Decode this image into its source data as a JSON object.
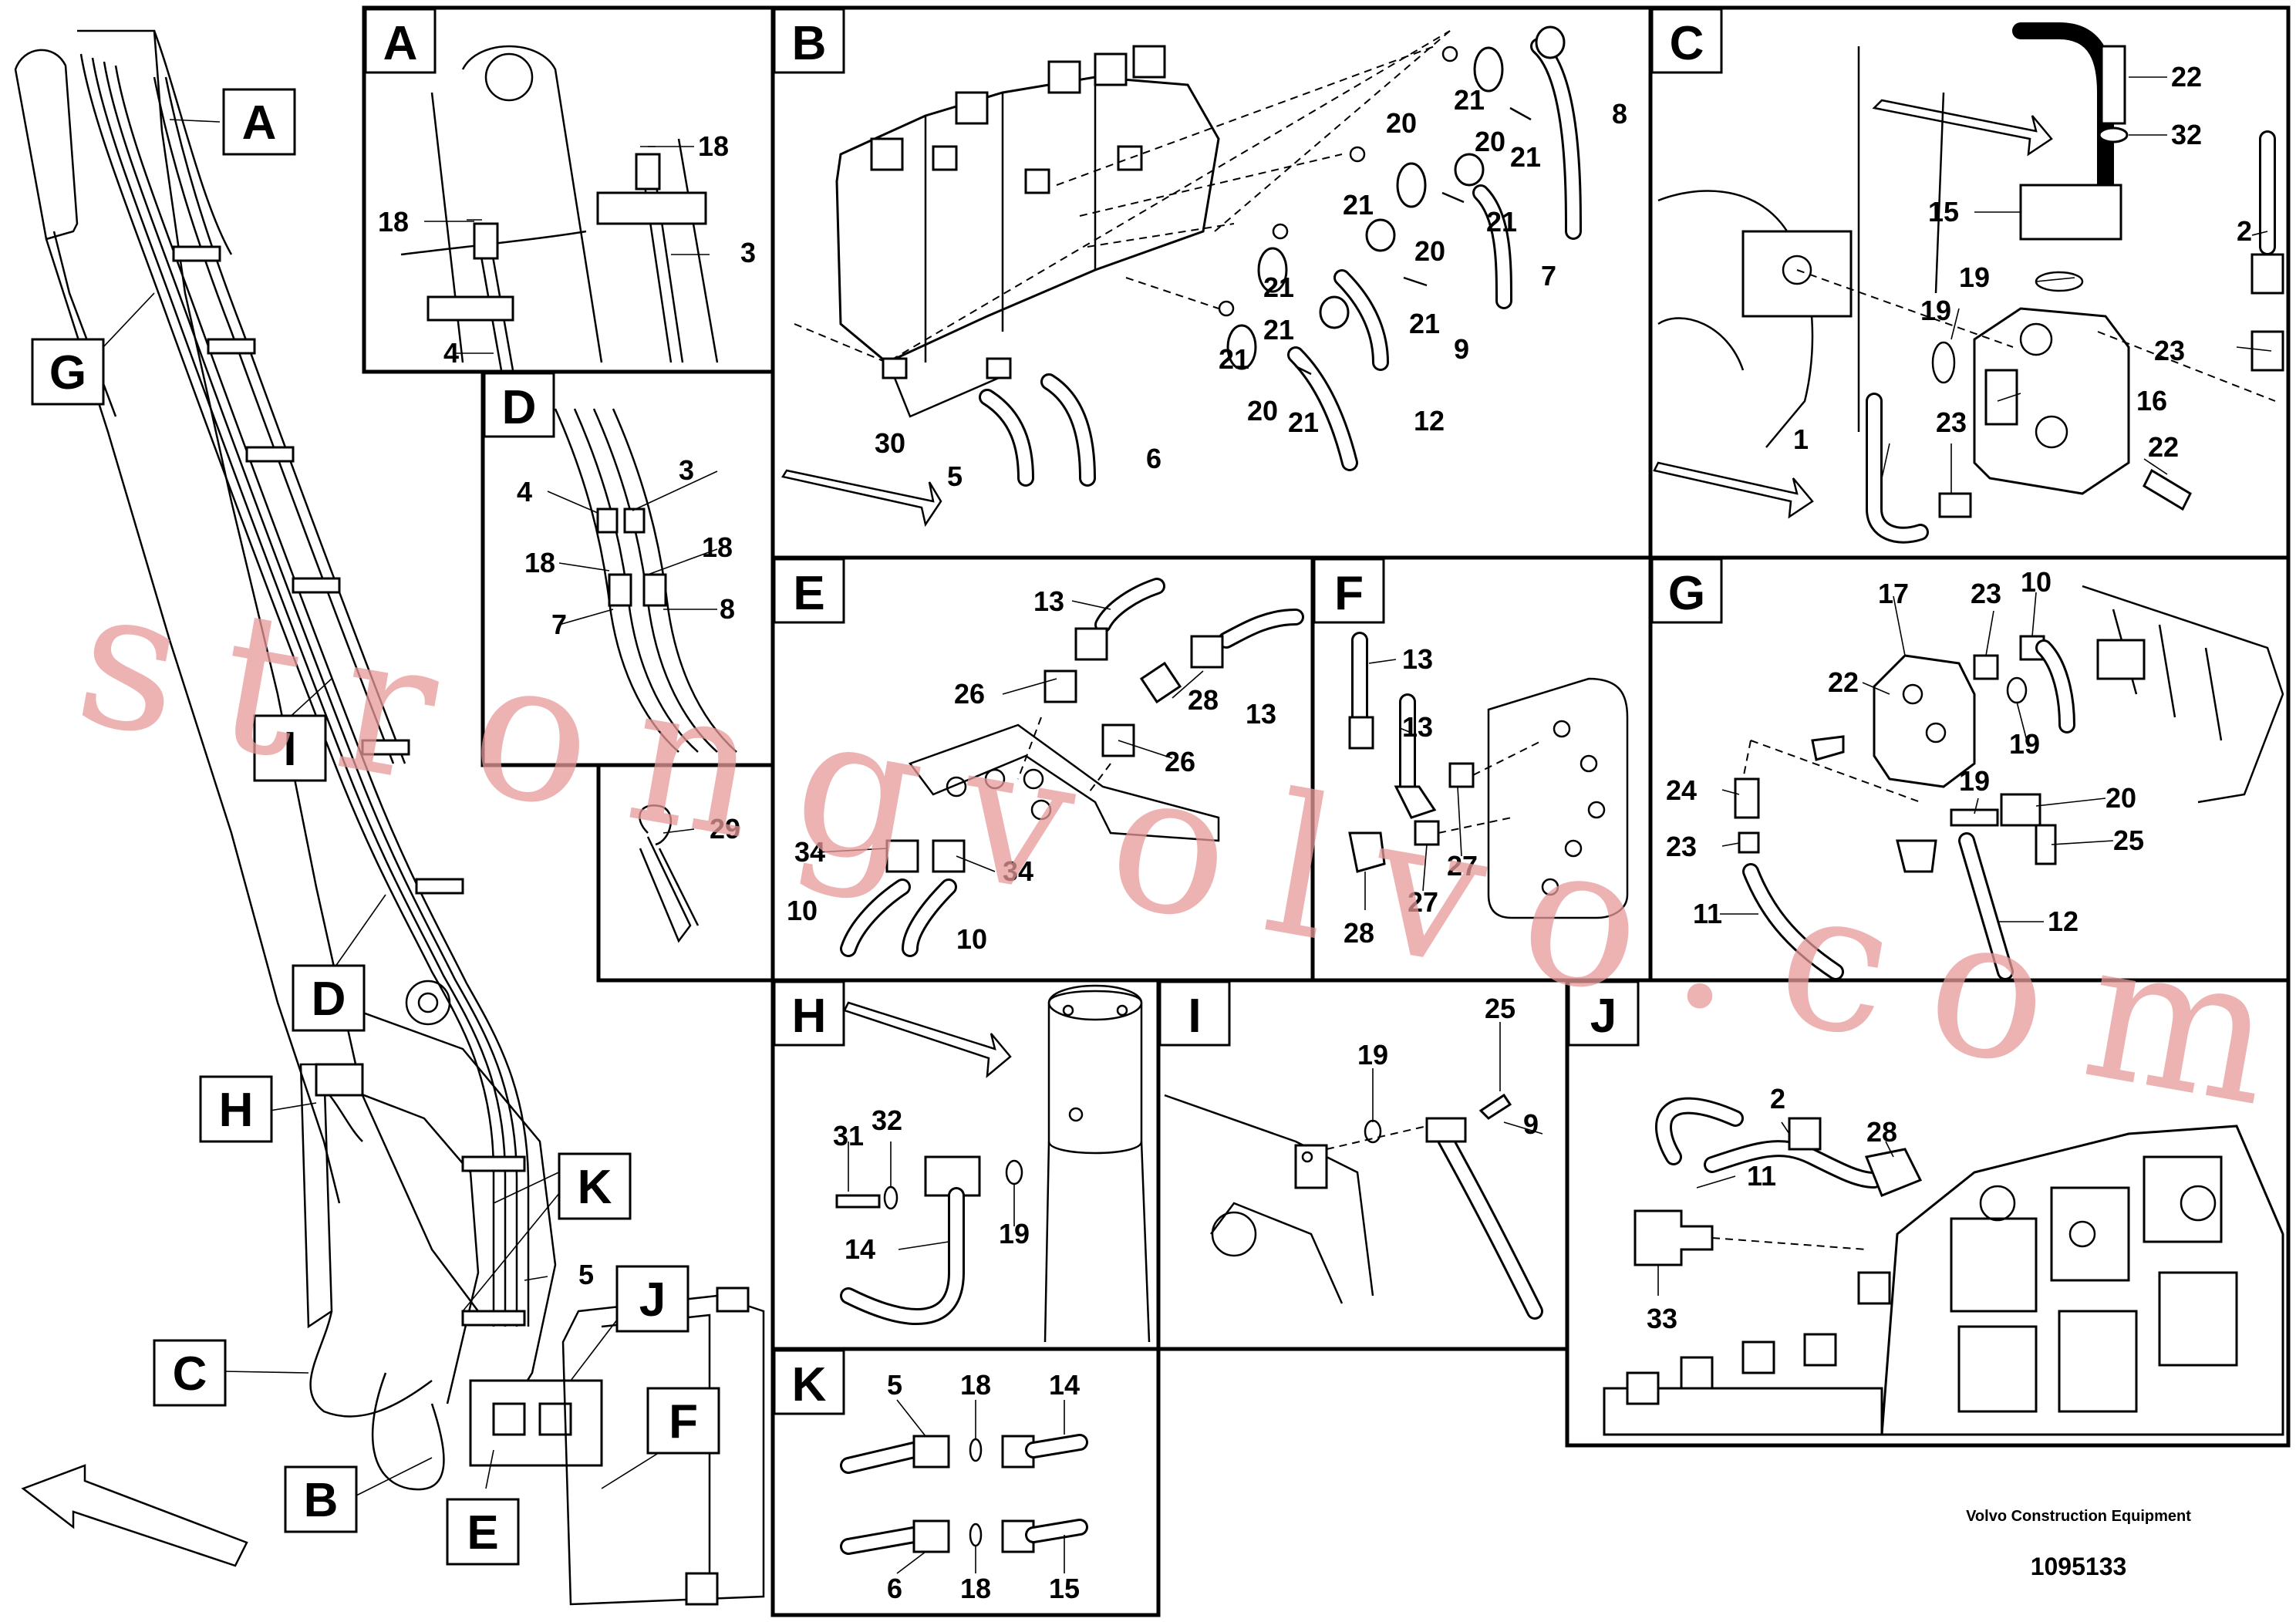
{
  "document": {
    "publisher": "Volvo Construction Equipment",
    "drawing_number": "1095133",
    "watermark": "strongvolvo.com"
  },
  "overview": {
    "callouts": [
      "A",
      "G",
      "I",
      "D",
      "H",
      "K",
      "C",
      "J",
      "F",
      "B",
      "E"
    ],
    "part_labels": [
      "5"
    ]
  },
  "panels": [
    {
      "id": "A",
      "labels": [
        "18",
        "18",
        "3",
        "4"
      ]
    },
    {
      "id": "B",
      "labels": [
        "21",
        "20",
        "21",
        "8",
        "20",
        "21",
        "21",
        "21",
        "20",
        "7",
        "21",
        "21",
        "9",
        "21",
        "20",
        "21",
        "12",
        "30",
        "5",
        "6"
      ]
    },
    {
      "id": "C",
      "labels": [
        "22",
        "32",
        "15",
        "2",
        "19",
        "19",
        "23",
        "16",
        "1",
        "23",
        "22"
      ]
    },
    {
      "id": "D",
      "labels": [
        "4",
        "3",
        "18",
        "18",
        "7",
        "8"
      ]
    },
    {
      "id": "E",
      "labels": [
        "13",
        "26",
        "28",
        "13",
        "26",
        "34",
        "34",
        "10",
        "10"
      ]
    },
    {
      "id": "F",
      "labels": [
        "13",
        "13",
        "27",
        "27",
        "28"
      ]
    },
    {
      "id": "G",
      "labels": [
        "17",
        "23",
        "10",
        "22",
        "19",
        "24",
        "19",
        "20",
        "23",
        "25",
        "11",
        "12"
      ]
    },
    {
      "id": "29-clip",
      "labels": [
        "29"
      ]
    },
    {
      "id": "H",
      "labels": [
        "31",
        "32",
        "14",
        "19"
      ]
    },
    {
      "id": "I",
      "labels": [
        "25",
        "19",
        "9"
      ]
    },
    {
      "id": "J",
      "labels": [
        "2",
        "28",
        "11",
        "33"
      ]
    },
    {
      "id": "K",
      "labels": [
        "5",
        "18",
        "14",
        "6",
        "18",
        "15"
      ]
    }
  ]
}
